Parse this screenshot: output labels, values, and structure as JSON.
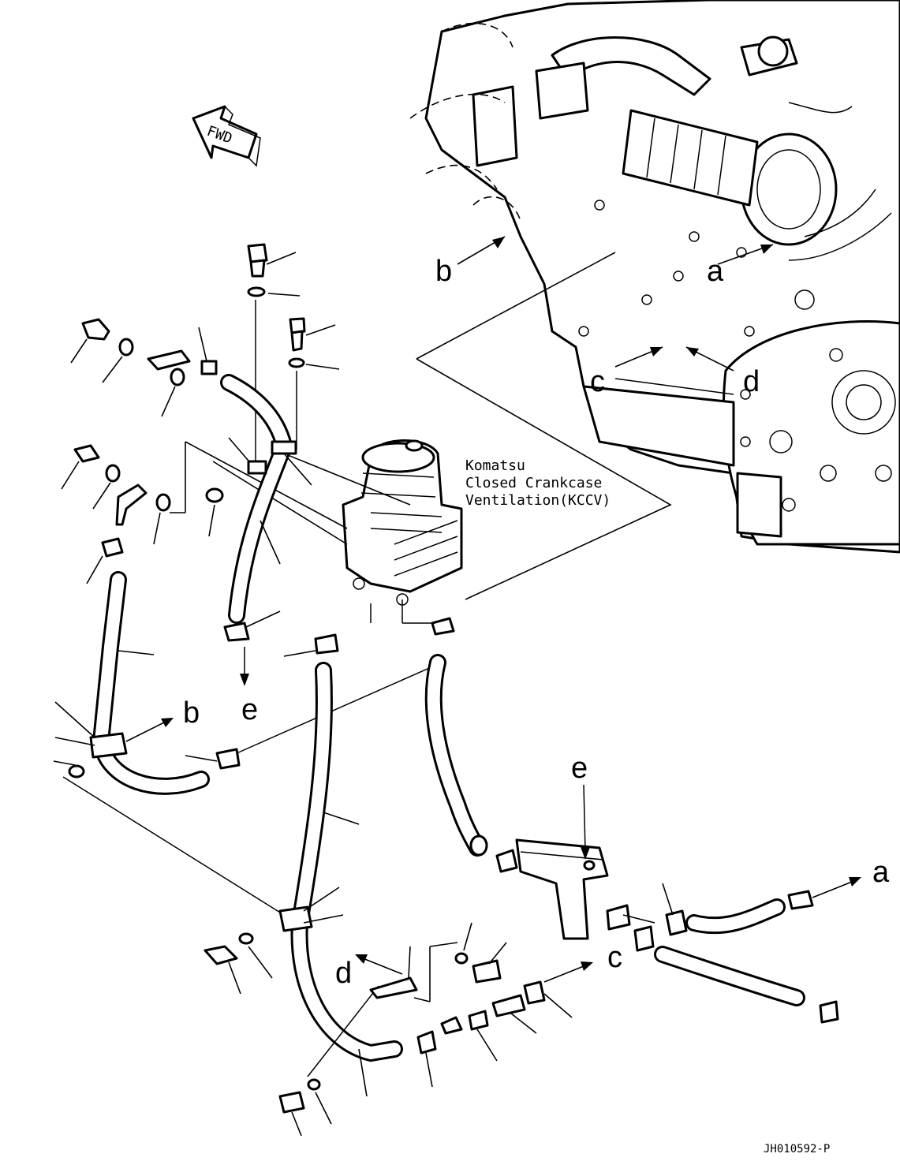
{
  "diagram": {
    "direction_label": "FWD",
    "component_label": {
      "line1": "Komatsu",
      "line2": "Closed Crankcase",
      "line3": "Ventilation(KCCV)"
    },
    "callouts": {
      "a": "a",
      "b": "b",
      "c": "c",
      "d": "d",
      "e": "e"
    },
    "drawing_number": "JH010592-P"
  }
}
